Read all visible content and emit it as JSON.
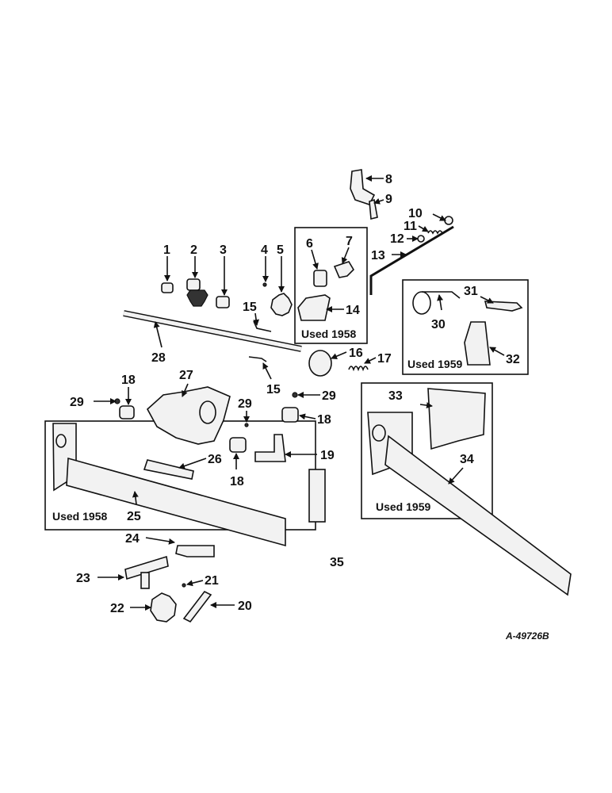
{
  "callouts": {
    "c1": "1",
    "c2": "2",
    "c3": "3",
    "c4": "4",
    "c5": "5",
    "c6": "6",
    "c7": "7",
    "c8": "8",
    "c9": "9",
    "c10": "10",
    "c11": "11",
    "c12": "12",
    "c13": "13",
    "c14": "14",
    "c15a": "15",
    "c15b": "15",
    "c16": "16",
    "c17": "17",
    "c18a": "18",
    "c18b": "18",
    "c18c": "18",
    "c19": "19",
    "c20": "20",
    "c21": "21",
    "c22": "22",
    "c23": "23",
    "c24": "24",
    "c25": "25",
    "c26": "26",
    "c27": "27",
    "c28": "28",
    "c29a": "29",
    "c29b": "29",
    "c29c": "29",
    "c30": "30",
    "c31": "31",
    "c32": "32",
    "c33": "33",
    "c34": "34",
    "c35": "35"
  },
  "captions": {
    "box_1958_top": "Used 1958",
    "box_1959_top": "Used 1959",
    "box_1958_frame": "Used 1958",
    "box_1959_frame": "Used 1959"
  },
  "reference": "A-49726B",
  "colors": {
    "ink": "#111111",
    "paper": "#ffffff"
  }
}
